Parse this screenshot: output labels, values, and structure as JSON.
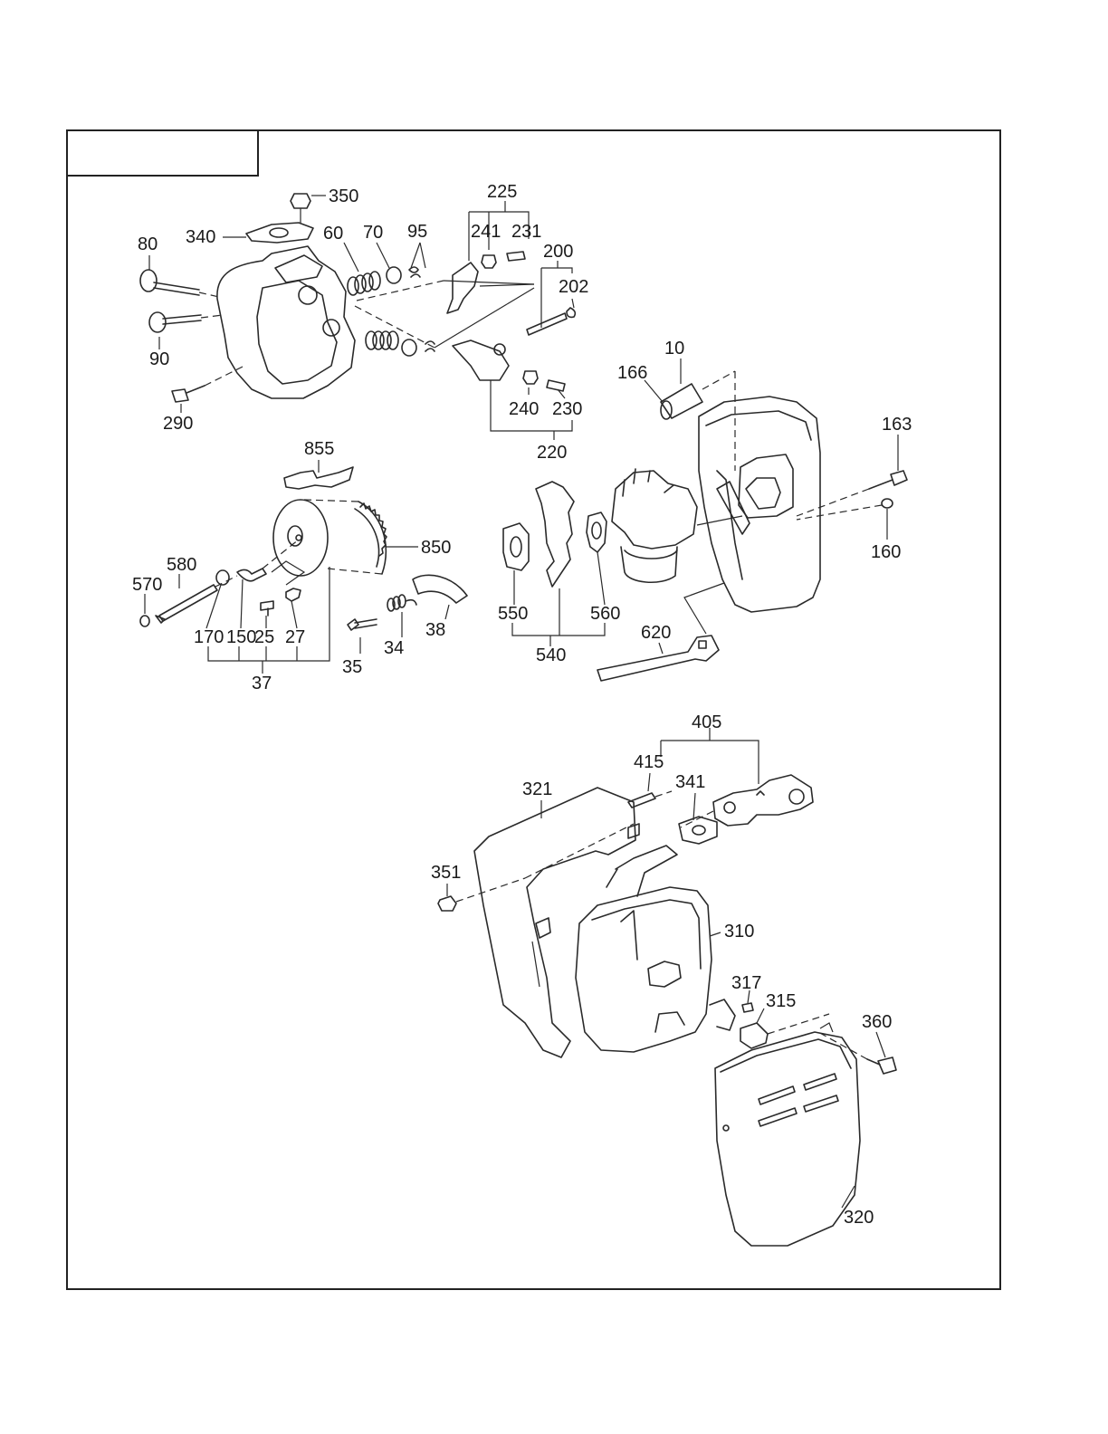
{
  "title_box": "",
  "callouts": [
    {
      "id": "c350",
      "text": "350"
    },
    {
      "id": "c340",
      "text": "340"
    },
    {
      "id": "c80",
      "text": "80"
    },
    {
      "id": "c60",
      "text": "60"
    },
    {
      "id": "c70",
      "text": "70"
    },
    {
      "id": "c95",
      "text": "95"
    },
    {
      "id": "c225",
      "text": "225"
    },
    {
      "id": "c241",
      "text": "241"
    },
    {
      "id": "c231",
      "text": "231"
    },
    {
      "id": "c200",
      "text": "200"
    },
    {
      "id": "c202",
      "text": "202"
    },
    {
      "id": "c90",
      "text": "90"
    },
    {
      "id": "c290",
      "text": "290"
    },
    {
      "id": "c240",
      "text": "240"
    },
    {
      "id": "c230",
      "text": "230"
    },
    {
      "id": "c220",
      "text": "220"
    },
    {
      "id": "c855",
      "text": "855"
    },
    {
      "id": "c850",
      "text": "850"
    },
    {
      "id": "c580",
      "text": "580"
    },
    {
      "id": "c570",
      "text": "570"
    },
    {
      "id": "c170",
      "text": "170"
    },
    {
      "id": "c150",
      "text": "150"
    },
    {
      "id": "c25",
      "text": "25"
    },
    {
      "id": "c27",
      "text": "27"
    },
    {
      "id": "c37",
      "text": "37"
    },
    {
      "id": "c35",
      "text": "35"
    },
    {
      "id": "c34",
      "text": "34"
    },
    {
      "id": "c38",
      "text": "38"
    },
    {
      "id": "c10",
      "text": "10"
    },
    {
      "id": "c166",
      "text": "166"
    },
    {
      "id": "c163",
      "text": "163"
    },
    {
      "id": "c160",
      "text": "160"
    },
    {
      "id": "c550",
      "text": "550"
    },
    {
      "id": "c560",
      "text": "560"
    },
    {
      "id": "c540",
      "text": "540"
    },
    {
      "id": "c620",
      "text": "620"
    },
    {
      "id": "c405",
      "text": "405"
    },
    {
      "id": "c415",
      "text": "415"
    },
    {
      "id": "c341",
      "text": "341"
    },
    {
      "id": "c321",
      "text": "321"
    },
    {
      "id": "c351",
      "text": "351"
    },
    {
      "id": "c310",
      "text": "310"
    },
    {
      "id": "c317",
      "text": "317"
    },
    {
      "id": "c315",
      "text": "315"
    },
    {
      "id": "c360",
      "text": "360"
    },
    {
      "id": "c320",
      "text": "320"
    }
  ]
}
